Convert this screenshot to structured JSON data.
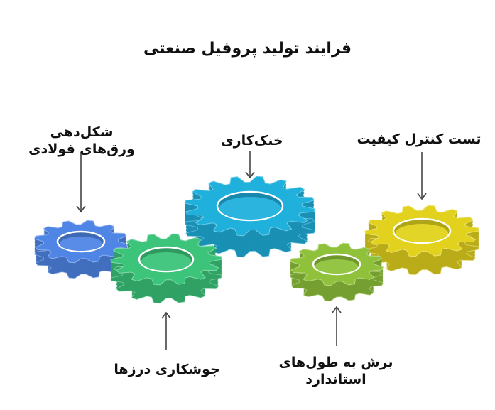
{
  "title": "فرایند تولید پروفیل صنعتی",
  "steps": [
    {
      "label": "شکل‌دهی ورق‌های فولادی",
      "color": "#4f86e6"
    },
    {
      "label": "جوشکاری درزها",
      "color": "#3cc47a"
    },
    {
      "label": "خنک‌کاری",
      "color": "#1fb0dc"
    },
    {
      "label": "برش به طول‌های استاندارد",
      "color": "#8fc23a"
    },
    {
      "label": "تست کنترل کیفیت",
      "color": "#e2d21d"
    }
  ],
  "arrow_color": "#444444"
}
